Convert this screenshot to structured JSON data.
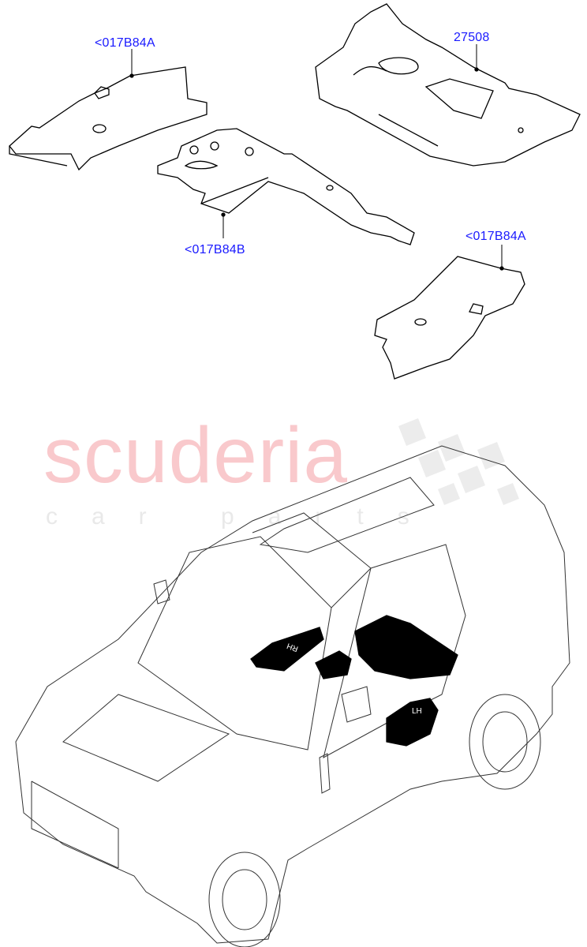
{
  "callouts": [
    {
      "id": "top-left-part",
      "label": "<017B84A"
    },
    {
      "id": "rear-floor-part",
      "label": "27508"
    },
    {
      "id": "center-part",
      "label": "<017B84B"
    },
    {
      "id": "right-part",
      "label": "<017B84A"
    }
  ],
  "vehicle_markers": {
    "rh": "RH",
    "lh": "LH"
  },
  "watermark": {
    "brand": "scuderia",
    "tagline": "car parts"
  },
  "colors": {
    "callout": "#1a1aff",
    "line": "#000000",
    "watermark": "#f9c9cc"
  }
}
